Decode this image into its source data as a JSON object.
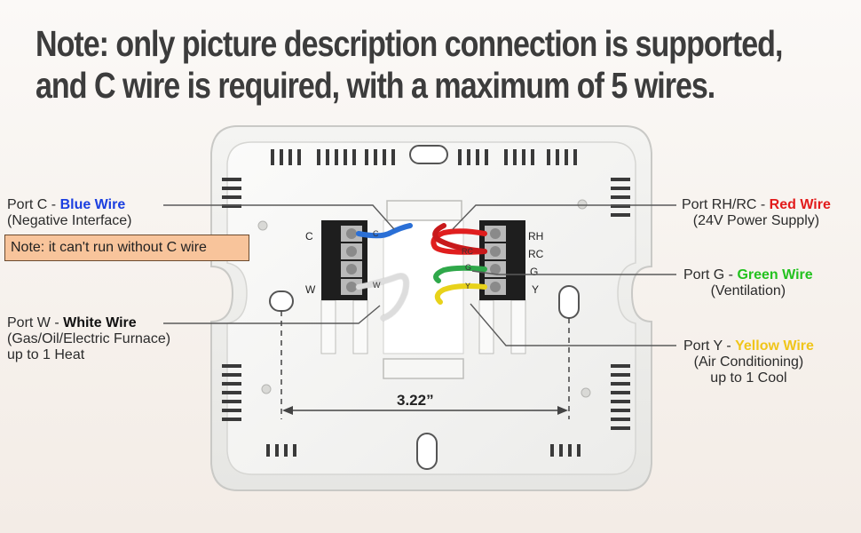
{
  "headline": {
    "line1": "Note: only picture description connection is supported,",
    "line2": "and C wire is required, with a maximum of 5 wires."
  },
  "labels": {
    "c": {
      "prefix": "Port C - ",
      "wire": "Blue Wire",
      "desc": "(Negative Interface)"
    },
    "note": "Note: it can't run without C wire",
    "w": {
      "prefix": "Port W - ",
      "wire": "White Wire",
      "desc1": "(Gas/Oil/Electric Furnace)",
      "desc2": "up to 1 Heat"
    },
    "rh": {
      "prefix": "Port RH/RC - ",
      "wire": "Red Wire",
      "desc": "(24V Power Supply)"
    },
    "g": {
      "prefix": "Port G - ",
      "wire": "Green Wire",
      "desc": "(Ventilation)"
    },
    "y": {
      "prefix": "Port Y - ",
      "wire": "Yellow Wire",
      "desc1": "(Air Conditioning)",
      "desc2": "up to 1 Cool"
    }
  },
  "terminals": {
    "left": [
      "C",
      "W"
    ],
    "right": [
      "RH",
      "RC",
      "G",
      "Y"
    ],
    "wire_tags": [
      "C",
      "W",
      "RC",
      "G",
      "Y"
    ]
  },
  "dimension": "3.22”",
  "colors": {
    "blue_wire": "#2a6fd6",
    "red_wire": "#e01e1e",
    "green_wire": "#2fa84a",
    "yellow_wire": "#e8d21a",
    "white_wire": "#f2f2f2"
  }
}
